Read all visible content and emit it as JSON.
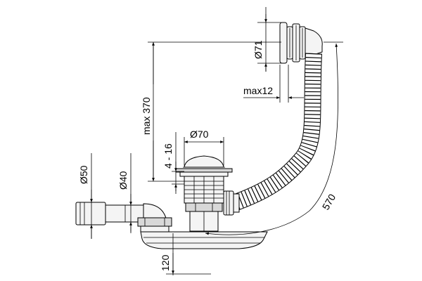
{
  "labels": {
    "d71": "Ø71",
    "max12": "max12",
    "max370": "max 370",
    "d70": "Ø70",
    "range416": "4 - 16",
    "d50": "Ø50",
    "d40": "Ø40",
    "len570": "570",
    "h120": "120"
  }
}
